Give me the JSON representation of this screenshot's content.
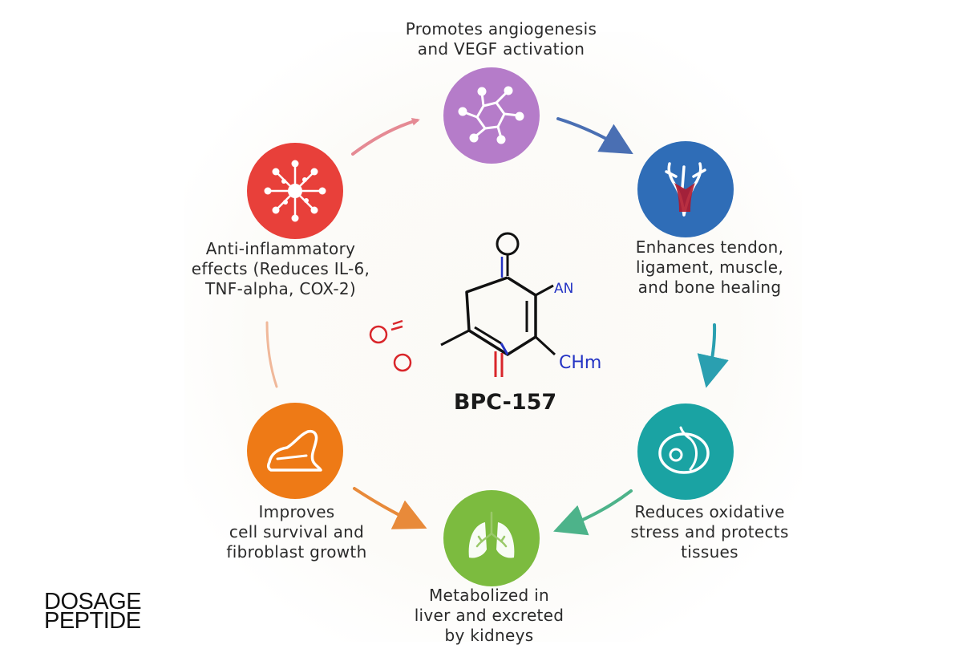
{
  "center": {
    "title": "BPC-157",
    "atoms": {
      "an": "AN",
      "chm": "CHm"
    }
  },
  "logo": {
    "line1": "DOSAGE",
    "line2": "PEPTIDE"
  },
  "steps": [
    {
      "id": "angiogenesis",
      "icon": "molecule-icon",
      "color": "#b57cc9",
      "lines": [
        "Promotes angiogenesis",
        "and VEGF activation"
      ]
    },
    {
      "id": "healing",
      "icon": "tendon-icon",
      "color": "#2f6db7",
      "lines": [
        "Enhances tendon,",
        "ligament, muscle,",
        "and bone healing"
      ]
    },
    {
      "id": "oxidative",
      "icon": "organ-icon",
      "color": "#1aa3a3",
      "lines": [
        "Reduces oxidative",
        "stress and protects",
        "tissues"
      ]
    },
    {
      "id": "metabolism",
      "icon": "lungs-icon",
      "color": "#7cbb3f",
      "lines": [
        "Metabolized in",
        "liver and excreted",
        "by kidneys"
      ]
    },
    {
      "id": "survival",
      "icon": "foot-icon",
      "color": "#ee7a16",
      "lines": [
        "Improves",
        "cell survival and",
        "fibroblast growth"
      ]
    },
    {
      "id": "inflammation",
      "icon": "virus-icon",
      "color": "#e8403a",
      "lines": [
        "Anti-inflammatory",
        "effects (Reduces IL-6,",
        "TNF-alpha, COX-2)"
      ]
    }
  ],
  "colors": {
    "arrow_pink": "#e58a94",
    "arrow_blue": "#4a6fb3",
    "arrow_teal": "#2a9fb0",
    "arrow_green": "#4db38a",
    "arrow_orange": "#e88a3a",
    "arrow_peach": "#f0b89a",
    "bond_red": "#d9262b",
    "bond_blue": "#2433c4"
  }
}
